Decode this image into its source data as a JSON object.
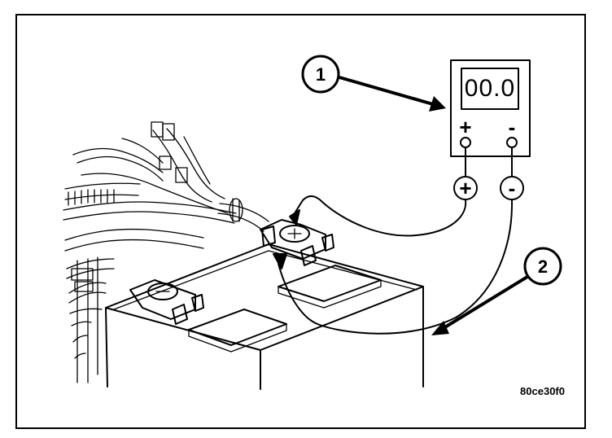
{
  "figure": {
    "meter_display": "00.0",
    "meter_plus_label": "+",
    "meter_minus_label": "-",
    "lead_plus_label": "+",
    "lead_minus_label": "-",
    "callout_1": "1",
    "callout_2": "2",
    "figure_code": "80ce30f0"
  }
}
